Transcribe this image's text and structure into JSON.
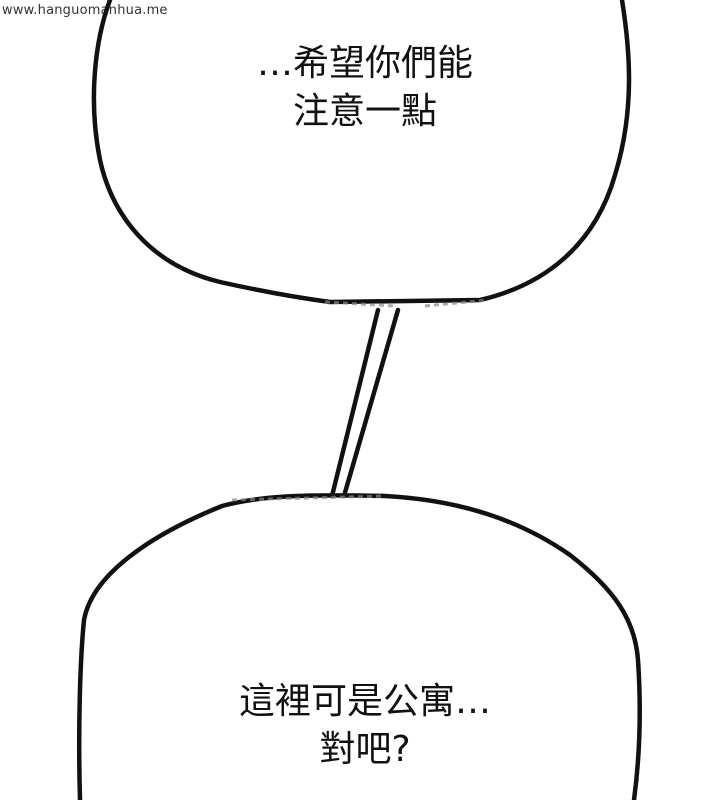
{
  "watermark": "www.hanguomanhua.me",
  "top_bubble": {
    "line1": "…希望你們能",
    "line2": "注意一點"
  },
  "bottom_bubble": {
    "line1": "這裡可是公寓…",
    "line2": "對吧?"
  },
  "colors": {
    "ink": "#111111",
    "background": "#ffffff"
  }
}
